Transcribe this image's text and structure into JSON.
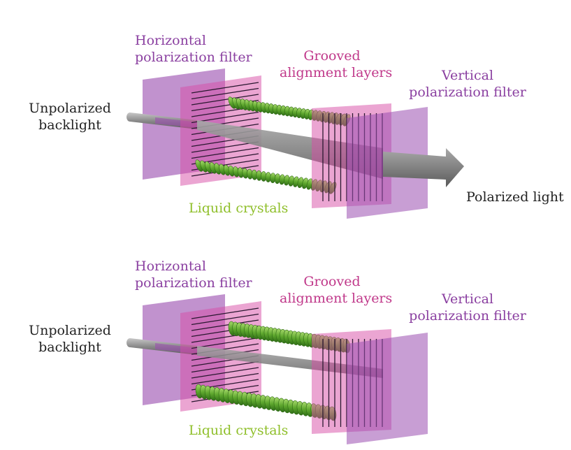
{
  "colors": {
    "filter_purple": "#9b4fb0",
    "alignment_pink": "#d84ba6",
    "crystal_green": "#6cb33a",
    "light_gray": "#7a7a7a",
    "label_purple": "#8a3fa0",
    "label_pink": "#c0388a",
    "label_green": "#8fbf2a",
    "label_black": "#222222"
  },
  "panels": [
    {
      "horizontal_filter": [
        "Horizontal",
        "polarization filter"
      ],
      "alignment_layers": [
        "Grooved",
        "alignment layers"
      ],
      "vertical_filter": [
        "Vertical",
        "polarization filter"
      ],
      "backlight": [
        "Unpolarized",
        "backlight"
      ],
      "liquid_crystals": "Liquid crystals",
      "output": "Polarized light"
    },
    {
      "horizontal_filter": [
        "Horizontal",
        "polarization filter"
      ],
      "alignment_layers": [
        "Grooved",
        "alignment layers"
      ],
      "vertical_filter": [
        "Vertical",
        "polarization filter"
      ],
      "backlight": [
        "Unpolarized",
        "backlight"
      ],
      "liquid_crystals": "Liquid crystals"
    }
  ]
}
